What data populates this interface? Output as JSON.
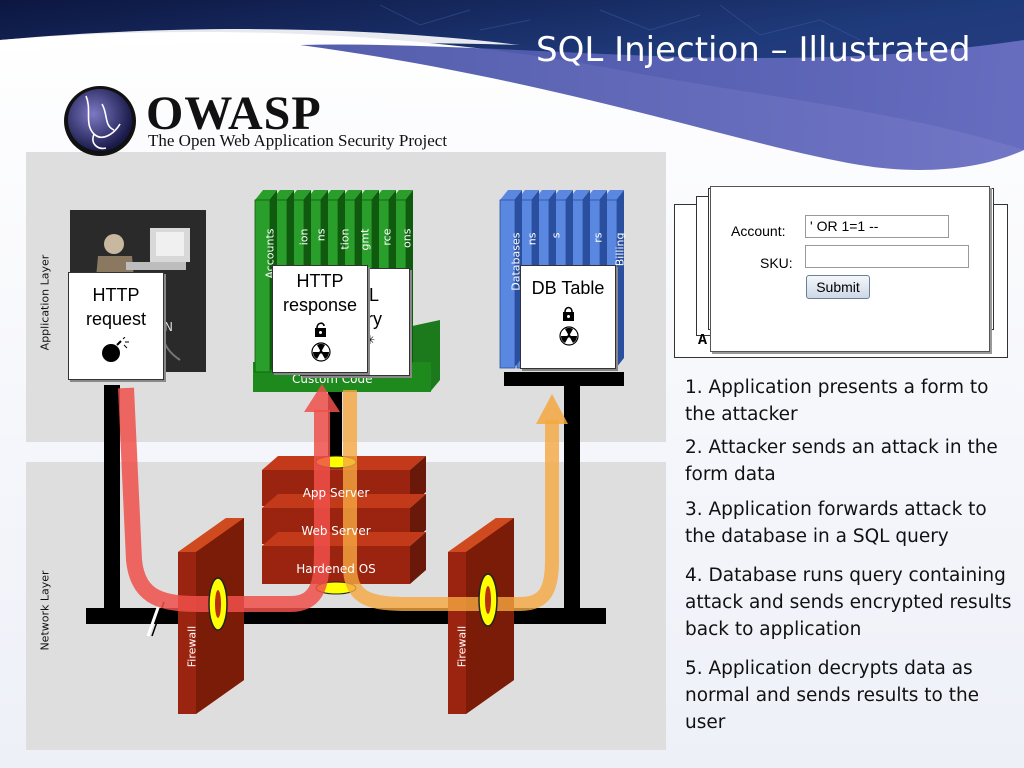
{
  "slide": {
    "title": "SQL Injection – Illustrated"
  },
  "logo": {
    "name": "OWASP",
    "subtitle": "The Open Web Application Security Project"
  },
  "diagram": {
    "application_layer_label": "Application Layer",
    "network_layer_label": "Network Layer",
    "http_request_label": "HTTP request",
    "http_response_label": "HTTP response",
    "db_table_label": "DB Table",
    "custom_code_label": "Custom Code",
    "sql_query_fragment_1": "L",
    "sql_query_fragment_2": "ry",
    "app_books_visible": [
      "Accounts",
      "ion",
      "ns",
      "tion",
      "gmt",
      "rce",
      "ons"
    ],
    "db_books_visible": [
      "Databases",
      "ns",
      "s",
      "rs",
      "Billing"
    ],
    "servers": [
      "App Server",
      "Web Server",
      "Hardened OS"
    ],
    "firewall_label": "Firewall",
    "attacker_photo_fragment": "N",
    "colors": {
      "slide_navy": "#1b2a63",
      "panel_gray": "#dcdcdc",
      "app_green": "#1e8a1e",
      "db_blue": "#4a78d4",
      "server_red": "#9b2410",
      "attack_red": "#f0504a",
      "response_orange": "#f5b050",
      "ssl_yellow": "#ffff00"
    }
  },
  "form": {
    "account_label": "Account:",
    "account_value": "' OR 1=1 --",
    "sku_label": "SKU:",
    "sku_value": "",
    "submit_label": "Submit",
    "behind_letter": "A"
  },
  "steps": [
    "1. Application presents a form to the attacker",
    "2. Attacker sends an attack in the form data",
    "3. Application forwards attack to the database in a SQL query",
    "4. Database runs query containing attack and sends encrypted results back to application",
    "5. Application decrypts data as normal and sends results to the user"
  ]
}
